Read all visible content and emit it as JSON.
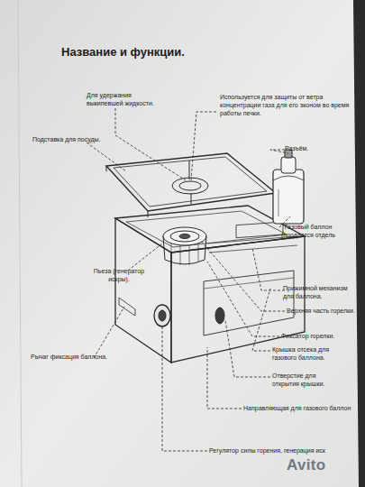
{
  "diagram": {
    "title": "Название и функции.",
    "labels": [
      "Для удержания выкипевшей жидкости.",
      "Используется для защиты от ветра концентрации газа для его эконом во время работы печки.",
      "Подставка для посуды.",
      "Разъём.",
      "Газовый баллон (продается отдель",
      "Пьеза (генератор искры).",
      "Прижимной механизм для баллона.",
      "Верхняя часть горелки.",
      "Фиксатор горелки.",
      "Крышка отсека для газового баллона.",
      "Рычаг фиксация баллона.",
      "Отверстие для открытия крышки.",
      "Направляющая для газового баллон",
      "Регулятор силы горения, генерация иск",
      "Avito"
    ]
  }
}
